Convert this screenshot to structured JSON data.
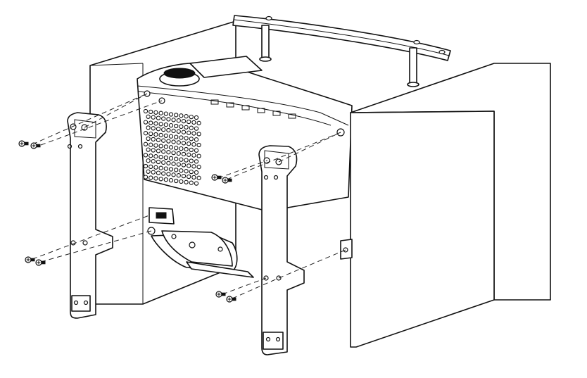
{
  "figure": {
    "description_text": "",
    "colors": {
      "line": "#111111",
      "fill": "#ffffff",
      "background": "#ffffff"
    },
    "parts": {
      "left_box": "box",
      "right_box": "box",
      "monitor": "monitor-body",
      "handle": "carry-handle",
      "left_leg": "left-leg-bracket",
      "right_leg": "right-leg-bracket",
      "stand_plate": "stand-base-plate",
      "screw_groups": 8
    }
  }
}
